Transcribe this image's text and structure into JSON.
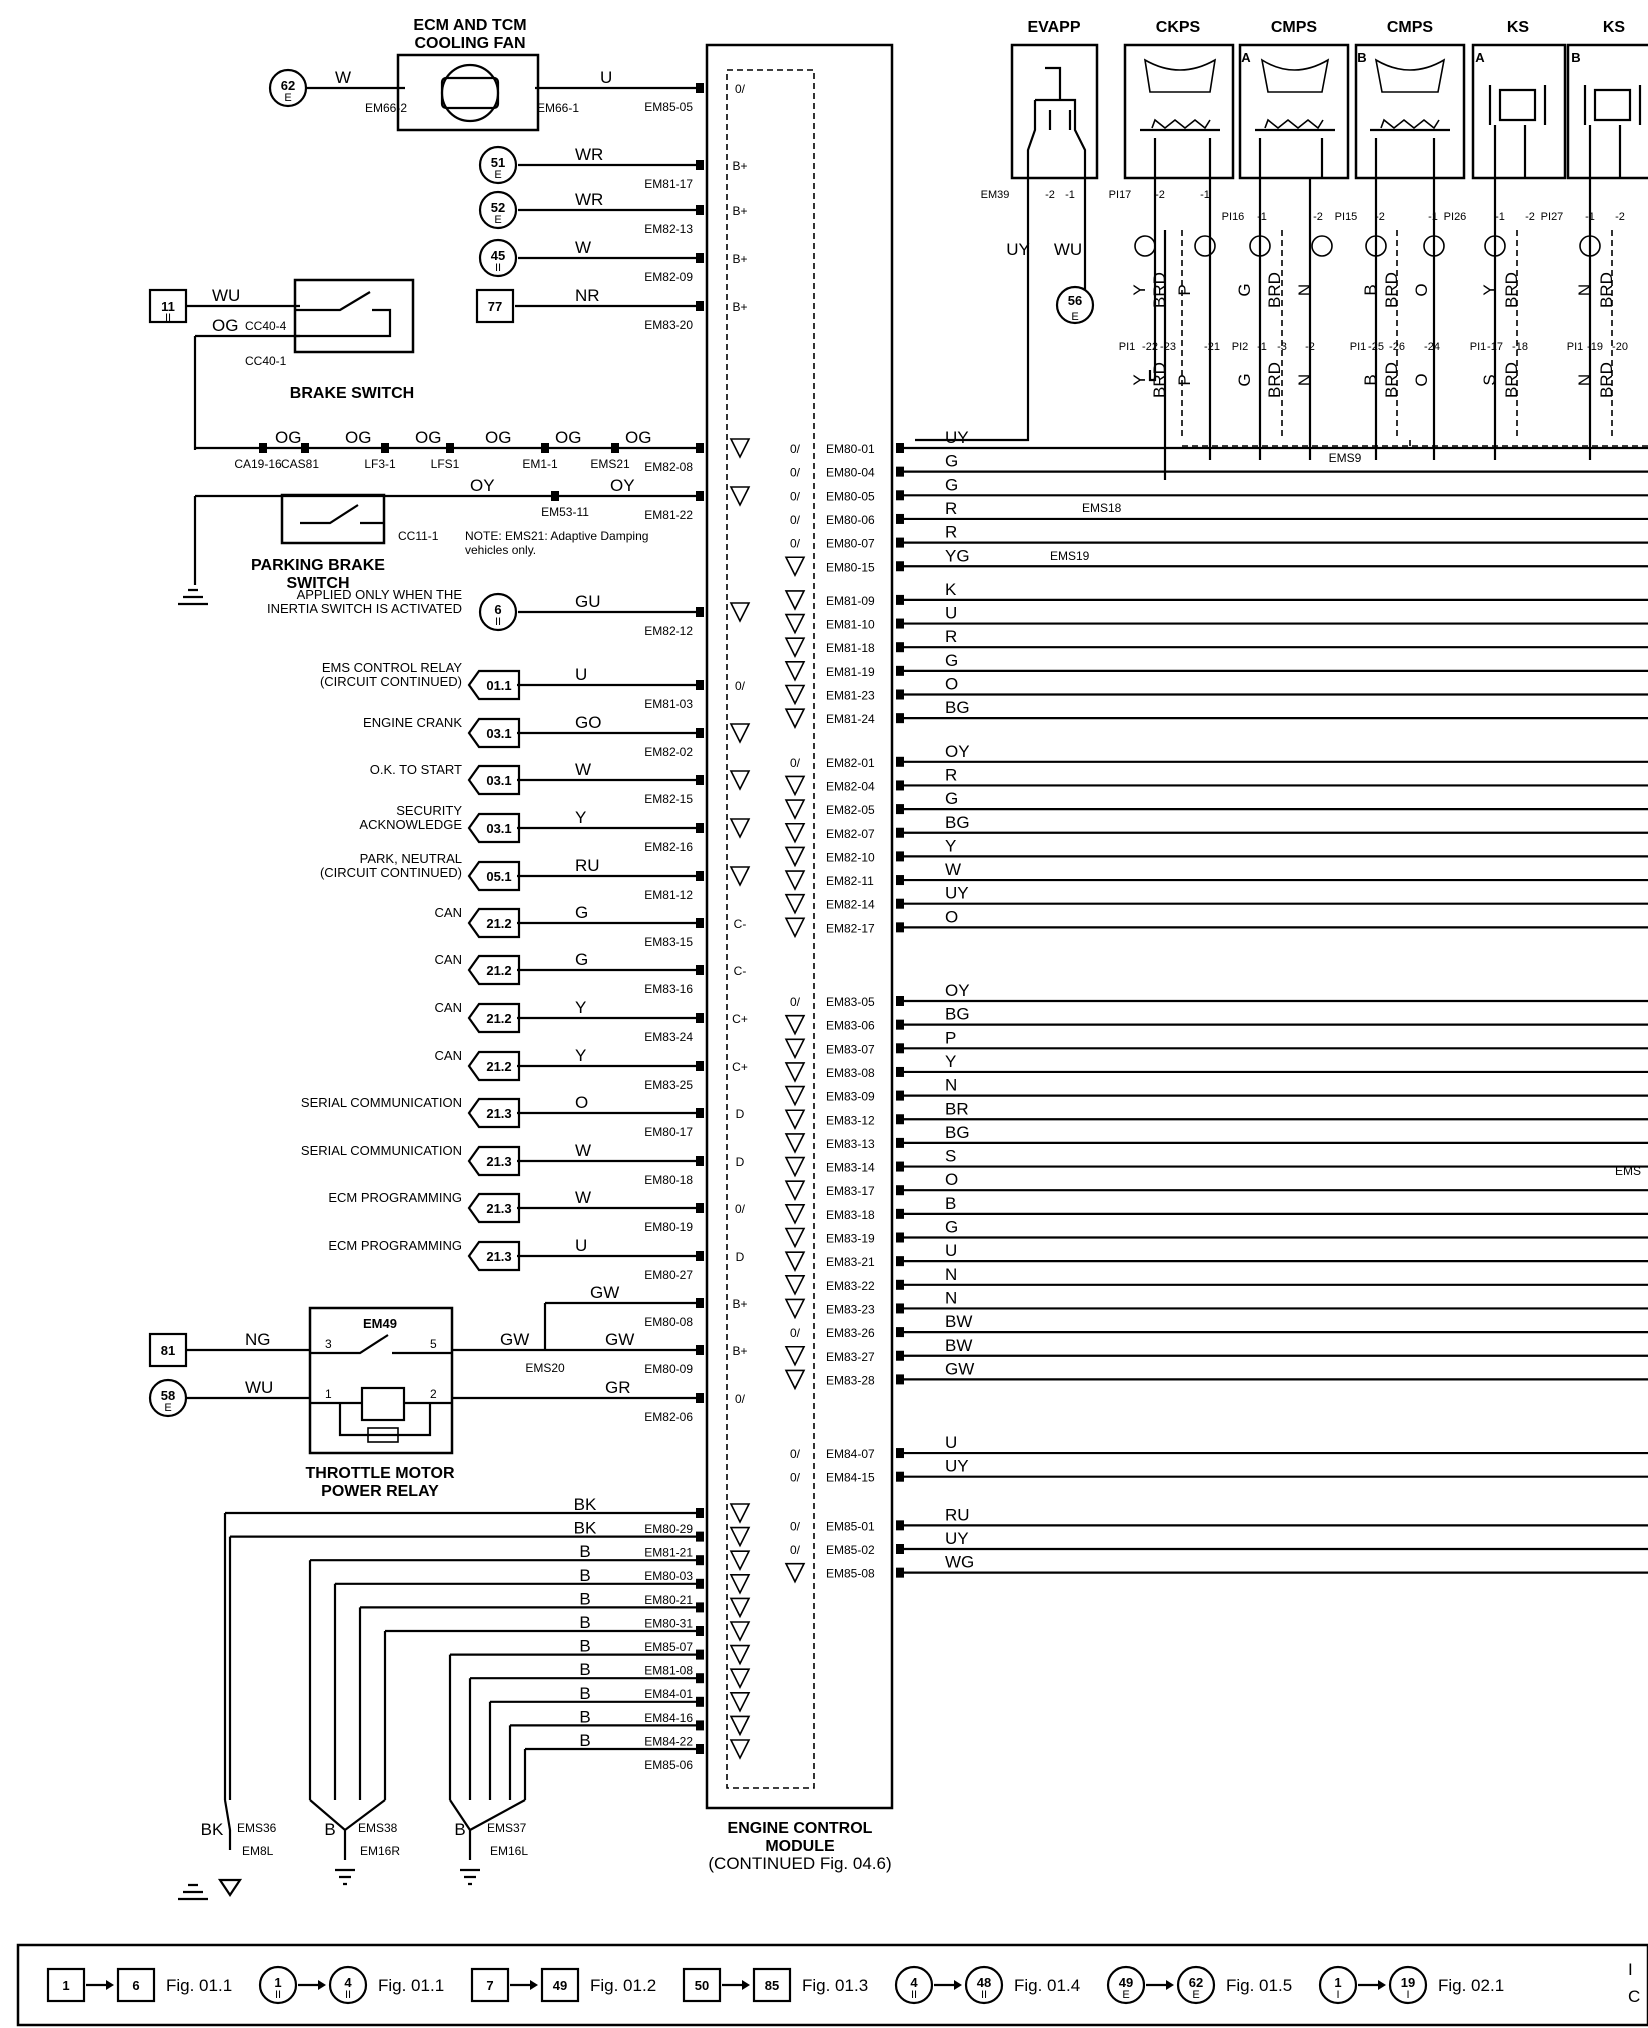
{
  "components": {
    "fan": {
      "title": [
        "ECM AND TCM",
        "COOLING FAN"
      ],
      "pins": [
        "EM66-2",
        "EM66-1"
      ]
    },
    "brake_switch": {
      "title": "BRAKE SWITCH",
      "pins": [
        "CC40-4",
        "CC40-1"
      ]
    },
    "parking_brake": {
      "title": [
        "PARKING BRAKE",
        "SWITCH"
      ],
      "pin": "CC11-1"
    },
    "relay": {
      "title": [
        "THROTTLE MOTOR",
        "POWER RELAY"
      ],
      "name": "EM49",
      "pins": [
        "3",
        "5",
        "1",
        "2"
      ],
      "splice": "EMS20"
    },
    "ecm": {
      "title": [
        "ENGINE CONTROL",
        "MODULE",
        "(CONTINUED Fig. 04.6)"
      ]
    },
    "note": [
      "NOTE: EMS21: Adaptive Damping",
      "vehicles only."
    ],
    "top_sensors": [
      {
        "title": "EVAPP",
        "pins": [
          "EM39",
          "-2",
          "-1"
        ]
      },
      {
        "title": "CKPS",
        "pins": [
          "PI17",
          "-2",
          "-1"
        ]
      },
      {
        "title": "CMPS",
        "tag": "A",
        "pins": [
          "PI16",
          "-1",
          "-2"
        ]
      },
      {
        "title": "CMPS",
        "tag": "B",
        "pins": [
          "PI15",
          "-2",
          "-1"
        ]
      },
      {
        "title": "KS",
        "tag": "A",
        "pins": [
          "PI26",
          "-1",
          "-2"
        ]
      },
      {
        "title": "KS",
        "tag": "B",
        "pins": [
          "PI27",
          "-1",
          "-2"
        ]
      }
    ],
    "pi_pins": [
      "PI1",
      "-22",
      "-23",
      "-21",
      "PI2",
      "-1",
      "-3",
      "-2",
      "PI1",
      "-25",
      "-26",
      "-24",
      "PI1",
      "-17",
      "-18",
      "PI1",
      "-19",
      "-20"
    ],
    "vert_colors_upper": [
      "Y",
      "BRD",
      "P",
      "G",
      "BRD",
      "N",
      "B",
      "BRD",
      "O",
      "Y",
      "BRD",
      "N",
      "BRD"
    ],
    "vert_colors_lower": [
      "Y",
      "BRD",
      "P",
      "G",
      "BRD",
      "N",
      "B",
      "BRD",
      "O",
      "S",
      "BRD",
      "N",
      "BRD"
    ],
    "evapp_wires": [
      "UY",
      "WU"
    ],
    "splices": [
      "EMS9",
      "EMS18",
      "EMS19",
      "EMS21"
    ],
    "ground_labels": [
      "BK",
      "EMS36",
      "EM8L",
      "B",
      "EMS38",
      "EM16R",
      "B",
      "EMS37",
      "EM16L"
    ],
    "partial_right": "EMS"
  },
  "left_inputs": [
    {
      "tag": "62",
      "sub": "E",
      "shape": "circle",
      "color": "W",
      "color2": "U",
      "pin": "EM85-05",
      "sym": "0/"
    },
    {
      "tag": "51",
      "sub": "E",
      "shape": "circle",
      "color": "WR",
      "pin": "EM81-17",
      "sym": "B+"
    },
    {
      "tag": "52",
      "sub": "E",
      "shape": "circle",
      "color": "WR",
      "pin": "EM82-13",
      "sym": "B+"
    },
    {
      "tag": "45",
      "sub": "II",
      "shape": "circle",
      "color": "W",
      "pin": "EM82-09",
      "sym": "B+"
    },
    {
      "tag": "77",
      "shape": "square",
      "color": "NR",
      "pin": "EM83-20",
      "sym": "B+"
    },
    {
      "tag": "11",
      "sub": "II",
      "shape": "square",
      "color": "WU",
      "color2": "OG"
    },
    {
      "chain": [
        "OG",
        "OG",
        "OG",
        "OG",
        "OG",
        "OG"
      ],
      "chain_pins": [
        "CA19-16",
        "CAS81",
        "LF3-1",
        "LFS1",
        "EM1-1",
        "EMS21"
      ],
      "pin": "EM82-08",
      "sym": "∇"
    },
    {
      "color": "OY",
      "color2": "OY",
      "pin": "EM81-22",
      "midpin": "EM53-11",
      "sym": "∇"
    },
    {
      "tag": "6",
      "sub": "II",
      "shape": "circle",
      "desc": [
        "APPLIED ONLY WHEN THE",
        "INERTIA SWITCH IS ACTIVATED"
      ],
      "color": "GU",
      "pin": "EM82-12",
      "sym": "∇"
    },
    {
      "tag": "01.1",
      "shape": "arrow",
      "desc": [
        "EMS CONTROL RELAY",
        "(CIRCUIT CONTINUED)"
      ],
      "color": "U",
      "pin": "EM81-03",
      "sym": "0/"
    },
    {
      "tag": "03.1",
      "shape": "arrow",
      "desc": [
        "ENGINE CRANK"
      ],
      "color": "GO",
      "pin": "EM82-02",
      "sym": "∇"
    },
    {
      "tag": "03.1",
      "shape": "arrow",
      "desc": [
        "O.K. TO START"
      ],
      "color": "W",
      "pin": "EM82-15",
      "sym": "∇"
    },
    {
      "tag": "03.1",
      "shape": "arrow",
      "desc": [
        "SECURITY",
        "ACKNOWLEDGE"
      ],
      "color": "Y",
      "pin": "EM82-16",
      "sym": "∇"
    },
    {
      "tag": "05.1",
      "shape": "arrow",
      "desc": [
        "PARK, NEUTRAL",
        "(CIRCUIT CONTINUED)"
      ],
      "color": "RU",
      "pin": "EM81-12",
      "sym": "∇"
    },
    {
      "tag": "21.2",
      "shape": "arrow",
      "desc": [
        "CAN"
      ],
      "color": "G",
      "pin": "EM83-15",
      "sym": "C-"
    },
    {
      "tag": "21.2",
      "shape": "arrow",
      "desc": [
        "CAN"
      ],
      "color": "G",
      "pin": "EM83-16",
      "sym": "C-"
    },
    {
      "tag": "21.2",
      "shape": "arrow",
      "desc": [
        "CAN"
      ],
      "color": "Y",
      "pin": "EM83-24",
      "sym": "C+"
    },
    {
      "tag": "21.2",
      "shape": "arrow",
      "desc": [
        "CAN"
      ],
      "color": "Y",
      "pin": "EM83-25",
      "sym": "C+"
    },
    {
      "tag": "21.3",
      "shape": "arrow",
      "desc": [
        "SERIAL COMMUNICATION"
      ],
      "color": "O",
      "pin": "EM80-17",
      "sym": "D"
    },
    {
      "tag": "21.3",
      "shape": "arrow",
      "desc": [
        "SERIAL COMMUNICATION"
      ],
      "color": "W",
      "pin": "EM80-18",
      "sym": "D"
    },
    {
      "tag": "21.3",
      "shape": "arrow",
      "desc": [
        "ECM PROGRAMMING"
      ],
      "color": "W",
      "pin": "EM80-19",
      "sym": "0/"
    },
    {
      "tag": "21.3",
      "shape": "arrow",
      "desc": [
        "ECM PROGRAMMING"
      ],
      "color": "U",
      "pin": "EM80-27",
      "sym": "D"
    },
    {
      "color": "GW",
      "pin": "EM80-08",
      "sym": "B+"
    },
    {
      "tag": "81",
      "shape": "square",
      "color": "NG",
      "color2": "GW",
      "color3": "GW",
      "pin": "EM80-09",
      "sym": "B+"
    },
    {
      "tag": "58",
      "sub": "E",
      "shape": "circle",
      "color": "WU",
      "color2": "GR",
      "pin": "EM82-06",
      "sym": "0/"
    }
  ],
  "ground_pins": [
    {
      "color": "BK",
      "pin": "EM80-29"
    },
    {
      "color": "BK",
      "pin": "EM81-21"
    },
    {
      "color": "B",
      "pin": "EM80-03"
    },
    {
      "color": "B",
      "pin": "EM80-21"
    },
    {
      "color": "B",
      "pin": "EM80-31"
    },
    {
      "color": "B",
      "pin": "EM85-07"
    },
    {
      "color": "B",
      "pin": "EM81-08"
    },
    {
      "color": "B",
      "pin": "EM84-01"
    },
    {
      "color": "B",
      "pin": "EM84-16"
    },
    {
      "color": "B",
      "pin": "EM84-22"
    },
    {
      "color": "B",
      "pin": "EM85-06"
    }
  ],
  "right_pins": [
    {
      "pin": "EM80-01",
      "color": "UY",
      "sym": "0/"
    },
    {
      "pin": "EM80-04",
      "color": "G",
      "sym": "0/"
    },
    {
      "pin": "EM80-05",
      "color": "G",
      "sym": "0/"
    },
    {
      "pin": "EM80-06",
      "color": "R",
      "sym": "0/"
    },
    {
      "pin": "EM80-07",
      "color": "R",
      "sym": "0/"
    },
    {
      "pin": "EM80-15",
      "color": "YG",
      "sym": "∇"
    },
    {
      "pin": "EM81-09",
      "color": "K",
      "sym": "∇"
    },
    {
      "pin": "EM81-10",
      "color": "U",
      "sym": "∇"
    },
    {
      "pin": "EM81-18",
      "color": "R",
      "sym": "∇"
    },
    {
      "pin": "EM81-19",
      "color": "G",
      "sym": "∇"
    },
    {
      "pin": "EM81-23",
      "color": "O",
      "sym": "∇"
    },
    {
      "pin": "EM81-24",
      "color": "BG",
      "sym": "∇"
    },
    {
      "pin": "EM82-01",
      "color": "OY",
      "sym": "0/"
    },
    {
      "pin": "EM82-04",
      "color": "R",
      "sym": "∇"
    },
    {
      "pin": "EM82-05",
      "color": "G",
      "sym": "∇"
    },
    {
      "pin": "EM82-07",
      "color": "BG",
      "sym": "∇"
    },
    {
      "pin": "EM82-10",
      "color": "Y",
      "sym": "∇"
    },
    {
      "pin": "EM82-11",
      "color": "W",
      "sym": "∇"
    },
    {
      "pin": "EM82-14",
      "color": "UY",
      "sym": "∇"
    },
    {
      "pin": "EM82-17",
      "color": "O",
      "sym": "∇"
    },
    {
      "pin": "EM83-05",
      "color": "OY",
      "sym": "0/"
    },
    {
      "pin": "EM83-06",
      "color": "BG",
      "sym": "∇"
    },
    {
      "pin": "EM83-07",
      "color": "P",
      "sym": "∇"
    },
    {
      "pin": "EM83-08",
      "color": "Y",
      "sym": "∇"
    },
    {
      "pin": "EM83-09",
      "color": "N",
      "sym": "∇"
    },
    {
      "pin": "EM83-12",
      "color": "BR",
      "sym": "∇"
    },
    {
      "pin": "EM83-13",
      "color": "BG",
      "sym": "∇"
    },
    {
      "pin": "EM83-14",
      "color": "S",
      "sym": "∇"
    },
    {
      "pin": "EM83-17",
      "color": "O",
      "sym": "∇"
    },
    {
      "pin": "EM83-18",
      "color": "B",
      "sym": "∇"
    },
    {
      "pin": "EM83-19",
      "color": "G",
      "sym": "∇"
    },
    {
      "pin": "EM83-21",
      "color": "U",
      "sym": "∇"
    },
    {
      "pin": "EM83-22",
      "color": "N",
      "sym": "∇"
    },
    {
      "pin": "EM83-23",
      "color": "N",
      "sym": "∇"
    },
    {
      "pin": "EM83-26",
      "color": "BW",
      "sym": "0/"
    },
    {
      "pin": "EM83-27",
      "color": "BW",
      "sym": "∇"
    },
    {
      "pin": "EM83-28",
      "color": "GW",
      "sym": "∇"
    },
    {
      "pin": "EM84-07",
      "color": "U",
      "sym": "0/"
    },
    {
      "pin": "EM84-15",
      "color": "UY",
      "sym": "0/"
    },
    {
      "pin": "EM85-01",
      "color": "RU",
      "sym": "0/"
    },
    {
      "pin": "EM85-02",
      "color": "UY",
      "sym": "0/"
    },
    {
      "pin": "EM85-08",
      "color": "WG",
      "sym": "∇"
    }
  ],
  "legend": [
    {
      "from": "1",
      "to": "6",
      "shape": "square",
      "fig": "Fig. 01.1"
    },
    {
      "from": "1",
      "to": "4",
      "sub": "II",
      "shape": "circle",
      "fig": "Fig. 01.1"
    },
    {
      "from": "7",
      "to": "49",
      "shape": "square",
      "fig": "Fig. 01.2"
    },
    {
      "from": "50",
      "to": "85",
      "shape": "square",
      "fig": "Fig. 01.3"
    },
    {
      "from": "4",
      "to": "48",
      "sub": "II",
      "shape": "circle",
      "fig": "Fig. 01.4"
    },
    {
      "from": "49",
      "to": "62",
      "sub": "E",
      "shape": "circle",
      "fig": "Fig. 01.5"
    },
    {
      "from": "1",
      "to": "19",
      "sub": "I",
      "shape": "circle",
      "fig": "Fig. 02.1"
    }
  ],
  "legend_tail": [
    "I",
    "C"
  ]
}
